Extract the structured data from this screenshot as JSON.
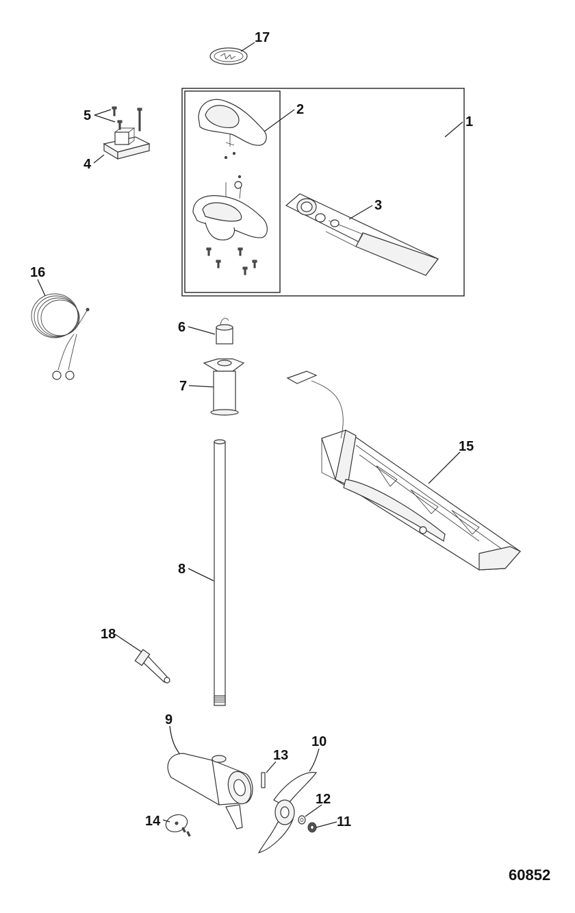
{
  "callouts": {
    "c1": "1",
    "c2": "2",
    "c3": "3",
    "c4": "4",
    "c5": "5",
    "c6": "6",
    "c7": "7",
    "c8": "8",
    "c9": "9",
    "c10": "10",
    "c11": "11",
    "c12": "12",
    "c13": "13",
    "c14": "14",
    "c15": "15",
    "c16": "16",
    "c17": "17",
    "c18": "18"
  },
  "figure_number": "60852"
}
